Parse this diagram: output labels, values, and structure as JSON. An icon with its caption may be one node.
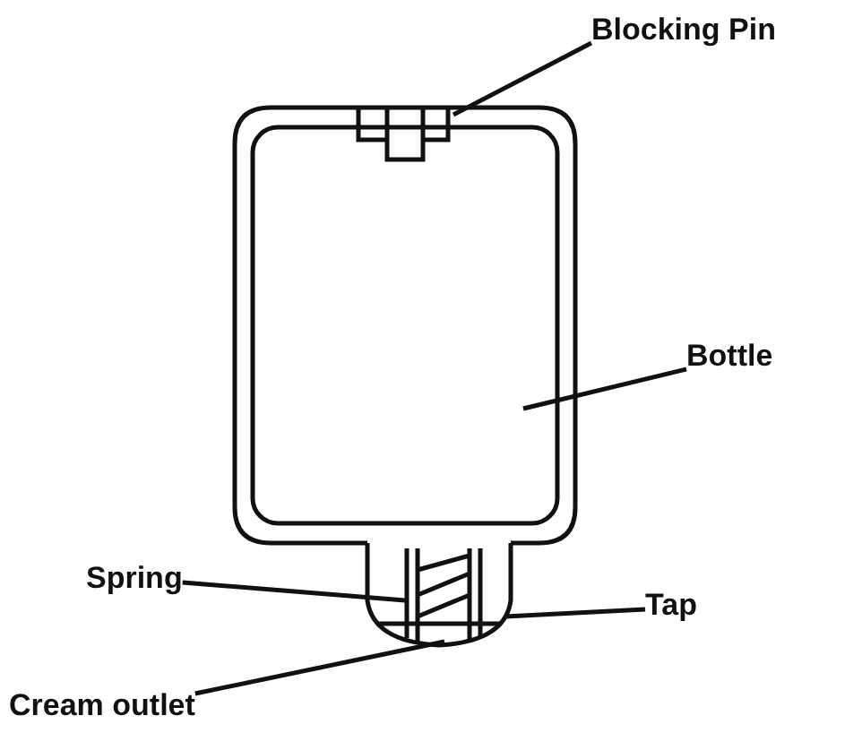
{
  "diagram": {
    "nodes": [
      {
        "text": [
          "Blocking Pin"
        ]
      },
      {
        "text": [
          "Bottle"
        ]
      },
      {
        "text": [
          "Spring"
        ]
      },
      {
        "text": [
          "Tap"
        ]
      },
      {
        "text": [
          "Cream outlet"
        ]
      }
    ],
    "edges": [
      {
        "from": 0,
        "to": null,
        "arrow": "none"
      },
      {
        "from": 1,
        "to": null,
        "arrow": "none"
      },
      {
        "from": 2,
        "to": null,
        "arrow": "none"
      },
      {
        "from": 3,
        "to": null,
        "arrow": "none"
      },
      {
        "from": 4,
        "to": null,
        "arrow": "none"
      }
    ]
  }
}
